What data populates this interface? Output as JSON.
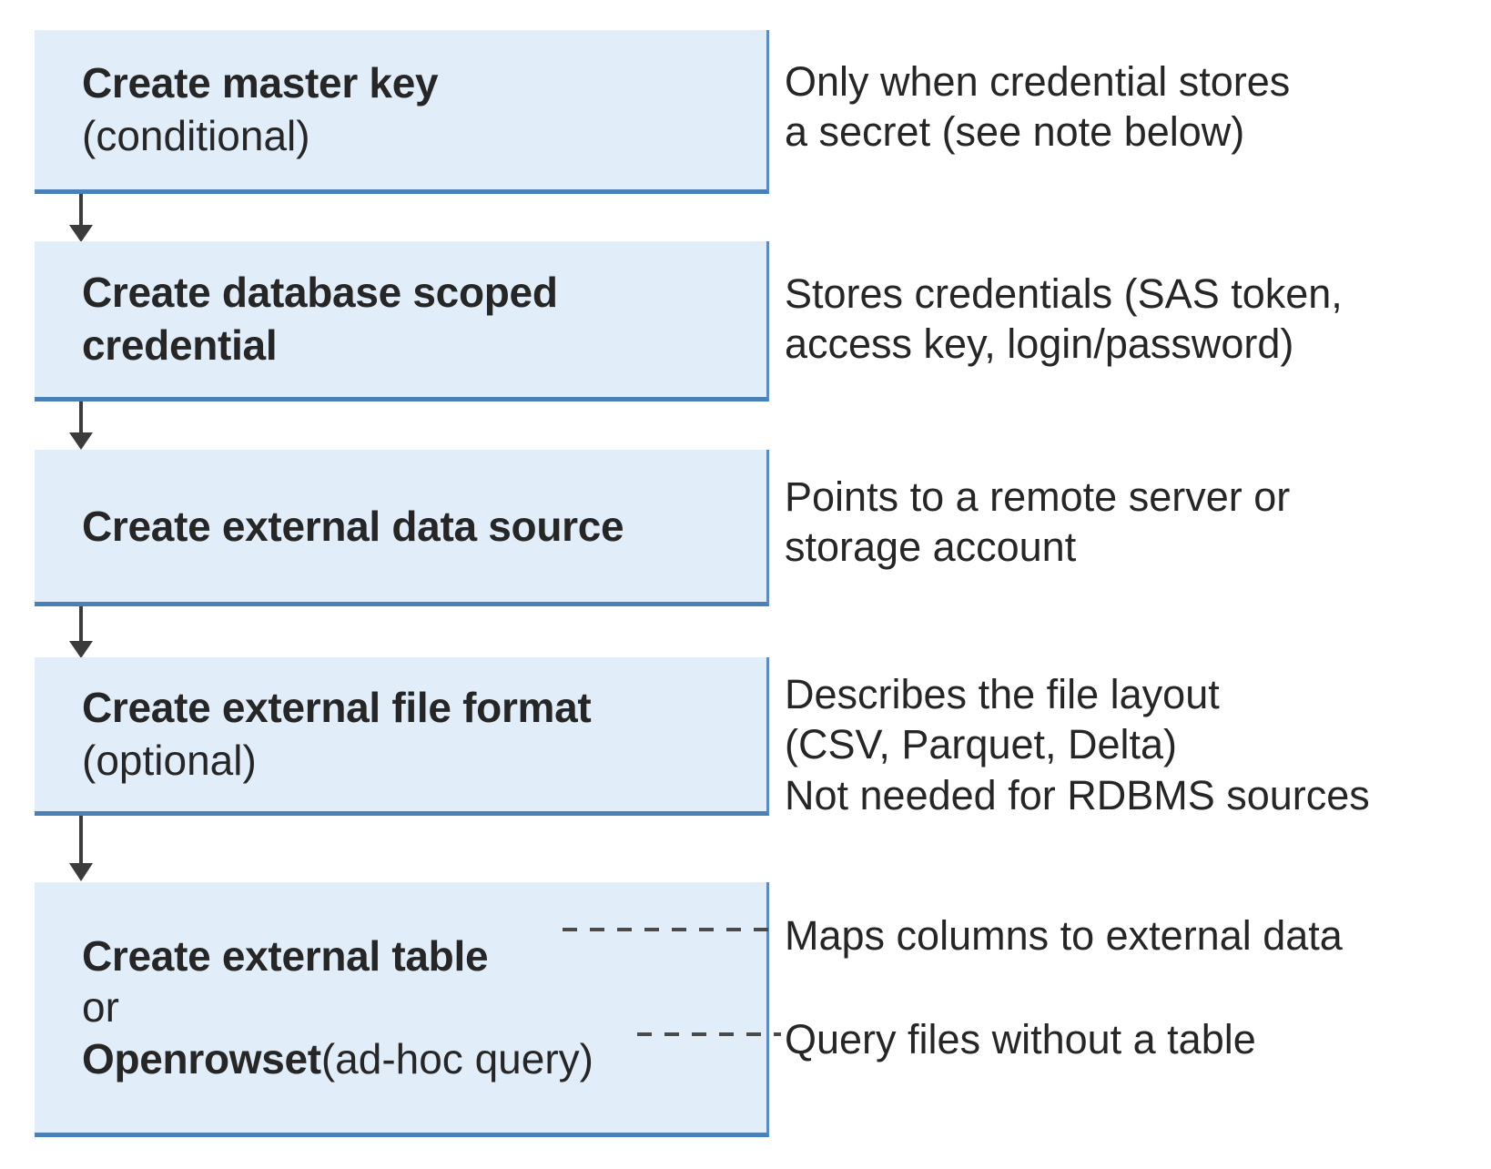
{
  "theme": {
    "box_fill": "#e2edfa",
    "box_border": "#4a80b8",
    "box_border_right": "#5a8cc0",
    "text_color": "#262626",
    "arrow_color": "#3b3b3b",
    "dash_color": "#4a4a4a",
    "background": "#ffffff"
  },
  "steps": [
    {
      "id": "master-key",
      "title": "Create master key",
      "subtitle": "(conditional)",
      "note": "Only when credential stores\na secret (see note below)"
    },
    {
      "id": "scoped-credential",
      "title": "Create database scoped",
      "subtitle": "credential",
      "note": "Stores credentials (SAS token,\naccess key, login/password)"
    },
    {
      "id": "data-source",
      "title": "Create external data source",
      "subtitle": "",
      "note": "Points to a remote server or\nstorage account"
    },
    {
      "id": "file-format",
      "title": "Create external file format",
      "subtitle": "(optional)",
      "note": "Describes the file layout\n(CSV, Parquet, Delta)\nNot needed for RDBMS sources"
    },
    {
      "id": "external-table",
      "title": "Create external table",
      "separator": "or",
      "alt_title": "Openrowset",
      "alt_suffix": " (ad-hoc query)",
      "note": "Maps columns to external data",
      "alt_note": "Query files without a table"
    }
  ],
  "connectors": [
    {
      "id": "arrow-1",
      "from": "master-key",
      "to": "scoped-credential",
      "style": "solid-arrow"
    },
    {
      "id": "arrow-2",
      "from": "scoped-credential",
      "to": "data-source",
      "style": "solid-arrow"
    },
    {
      "id": "arrow-3",
      "from": "data-source",
      "to": "file-format",
      "style": "solid-arrow"
    },
    {
      "id": "arrow-4",
      "from": "file-format",
      "to": "external-table",
      "style": "solid-arrow"
    },
    {
      "id": "leader-1",
      "from": "external-table",
      "to": "note-external-table",
      "style": "dashed"
    },
    {
      "id": "leader-2",
      "from": "openrowset",
      "to": "note-openrowset",
      "style": "dashed"
    }
  ]
}
